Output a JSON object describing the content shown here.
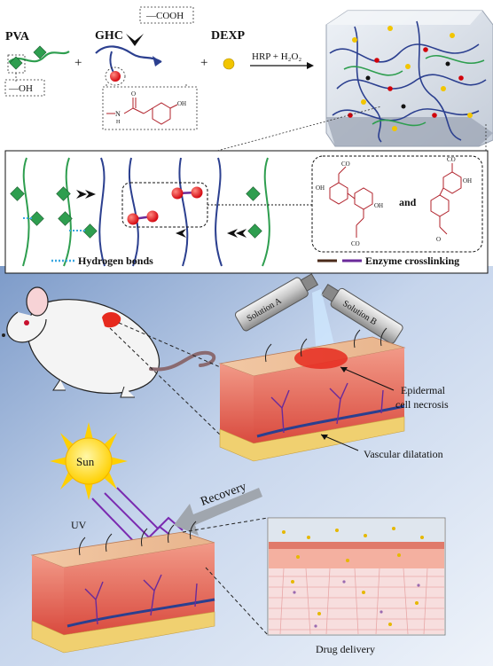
{
  "top": {
    "pva": "PVA",
    "oh": "—OH",
    "ghc": "GHC",
    "cooh": "—COOH",
    "dexp": "DEXP",
    "reagent": "HRP + H₂O₂",
    "plus": "+"
  },
  "middle": {
    "and": "and",
    "hydrogen_bonds": "Hydrogen bonds",
    "enzyme_crosslinking": "Enzyme crosslinking",
    "co": "CO"
  },
  "bottom": {
    "solution_a": "Solution A",
    "solution_b": "Solution B",
    "epidermal_1": "Epidermal",
    "epidermal_2": "cell necrosis",
    "vascular": "Vascular dilatation",
    "sun": "Sun",
    "uv": "UV",
    "recovery": "Recovery",
    "drug_delivery": "Drug delivery"
  },
  "colors": {
    "pva_chain": "#2e9e4f",
    "ghc_chain": "#2b3f8f",
    "crosslink_red": "#e0161b",
    "dexp_yellow": "#f2c500",
    "chem_red": "#b0202a",
    "hbond": "#39a7e0",
    "enzyme_brown": "#4a2a1a",
    "enzyme_purple": "#6a2a9a"
  }
}
